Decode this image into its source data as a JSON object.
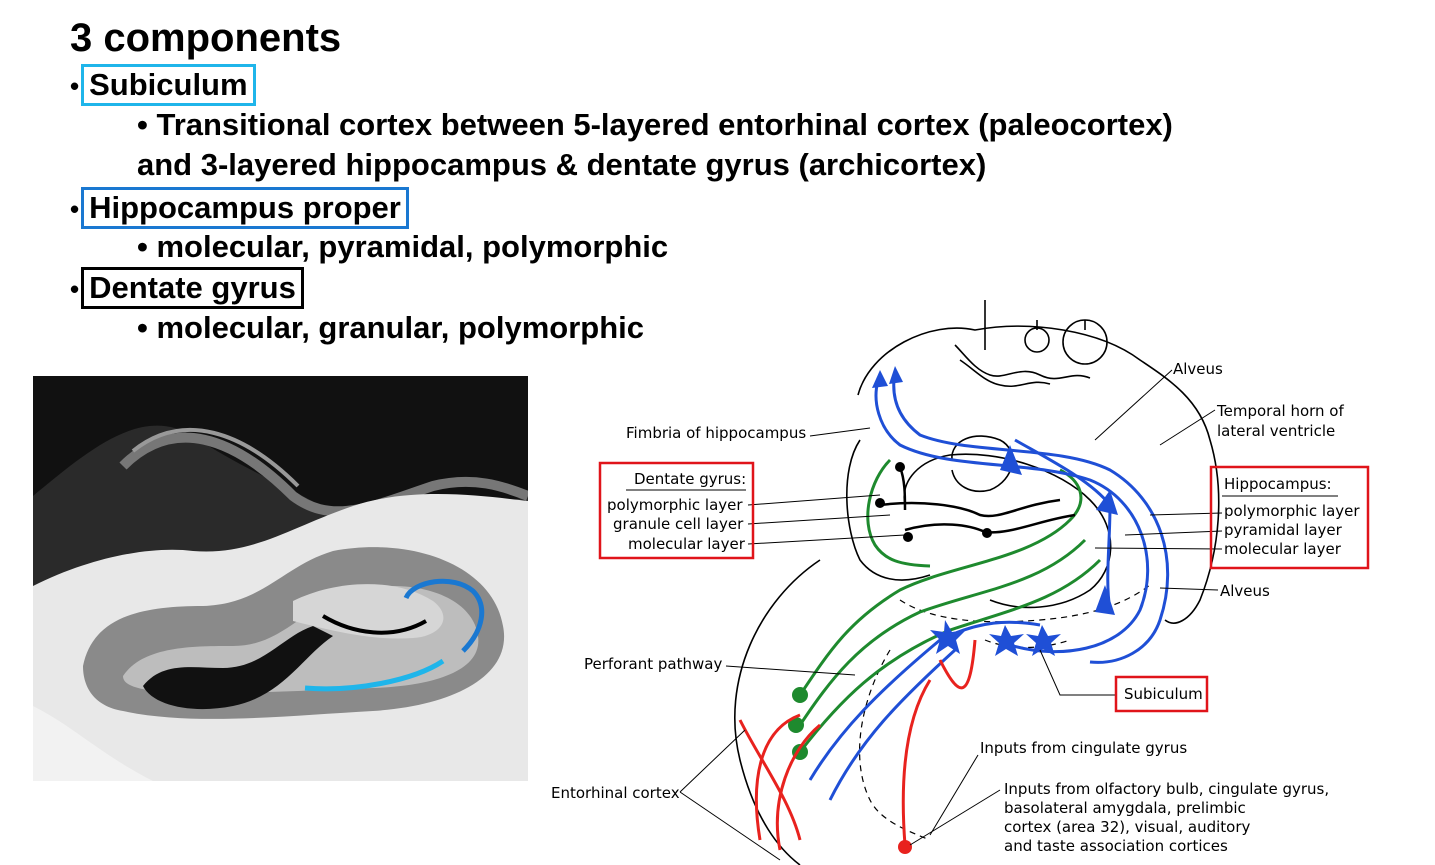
{
  "slide": {
    "title": "3 components",
    "items": [
      {
        "label": "Subiculum",
        "box_color": "#1fb5ea",
        "details": [
          "• Transitional cortex between 5-layered entorhinal cortex (paleocortex)",
          "and 3-layered hippocampus & dentate gyrus (archicortex)"
        ]
      },
      {
        "label": "Hippocampus proper",
        "box_color": "#1a78d1",
        "details": [
          "• molecular, pyramidal, polymorphic"
        ]
      },
      {
        "label": "Dentate gyrus",
        "box_color": "#000000",
        "details": [
          "• molecular, granular, polymorphic"
        ]
      }
    ],
    "bullet": "•"
  },
  "diagram": {
    "labels": {
      "alveus_top": "Alveus",
      "temporal_horn_1": "Temporal horn of",
      "temporal_horn_2": "lateral ventricle",
      "fimbria": "Fimbria of hippocampus",
      "dg_title": "Dentate gyrus:",
      "dg_poly": "polymorphic layer",
      "dg_gran": "granule cell layer",
      "dg_mol": "molecular layer",
      "hc_title": "Hippocampus:",
      "hc_poly": "polymorphic layer",
      "hc_pyr": "pyramidal layer",
      "hc_mol": "molecular layer",
      "alveus_mid": "Alveus",
      "perforant": "Perforant pathway",
      "subiculum": "Subiculum",
      "cingulate": "Inputs from cingulate gyrus",
      "entorhinal": "Entorhinal cortex",
      "inputs_1": "Inputs from olfactory bulb, cingulate gyrus,",
      "inputs_2": "basolateral amygdala, prelimbic",
      "inputs_3": "cortex (area 32), visual, auditory",
      "inputs_4": "and taste association cortices"
    },
    "colors": {
      "green": "#1e8a2e",
      "blue": "#1f4fd6",
      "red": "#e8221e",
      "box_red": "#e0141a"
    }
  },
  "photo": {
    "overlay_colors": {
      "black": "#000000",
      "blue": "#1a78d1",
      "light_blue": "#1fb5ea"
    }
  }
}
